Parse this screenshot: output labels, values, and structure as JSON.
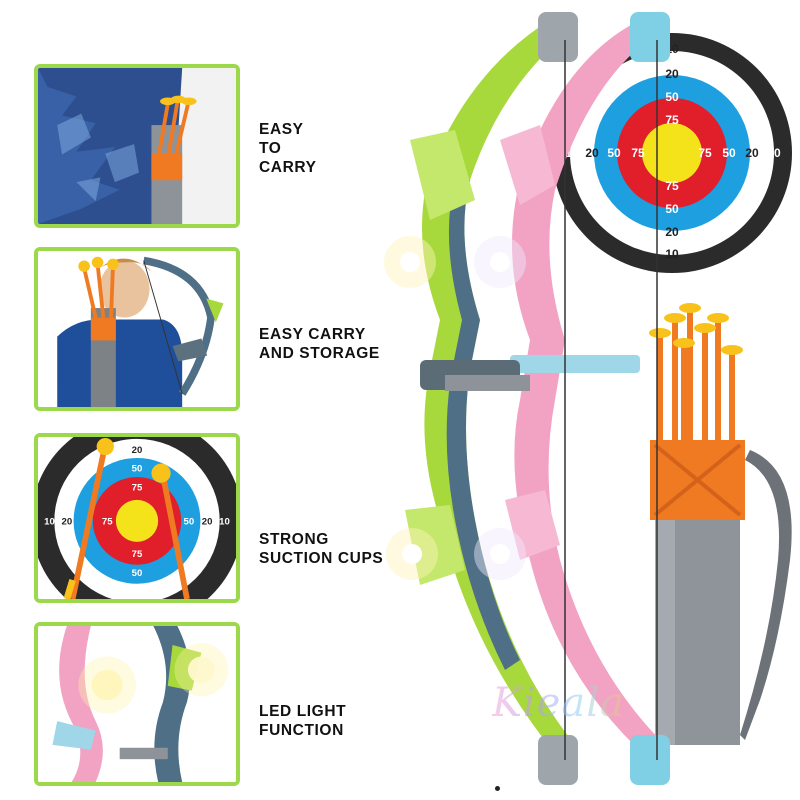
{
  "features": [
    {
      "label": "EASY\nTO\nCARRY",
      "image": "quiver-on-back-photo"
    },
    {
      "label": "EASY CARRY\nAND STORAGE",
      "image": "boy-with-bow-photo"
    },
    {
      "label": "STRONG\nSUCTION CUPS",
      "image": "target-with-arrows-photo"
    },
    {
      "label": "LED LIGHT\nFUNCTION",
      "image": "lit-bows-photo"
    }
  ],
  "target": {
    "rings": [
      "10",
      "20",
      "50",
      "75"
    ],
    "ring_labels": {
      "outer": "10",
      "second": "20",
      "third": "50",
      "fourth": "75"
    }
  },
  "watermark": "Kieala",
  "colors": {
    "panel_border": "#9bd84a",
    "green_bow": "#a8d93c",
    "pink_bow": "#f2a3c4",
    "bow_blue": "#4e6f86",
    "arrow_orange": "#f07a21",
    "suction_yellow": "#f8c21a",
    "target_red": "#e01f2b",
    "target_blue": "#1d9fe0",
    "target_yellow": "#f4e31a",
    "target_dark": "#2b2b2b",
    "quiver_gray": "#8f949a"
  }
}
